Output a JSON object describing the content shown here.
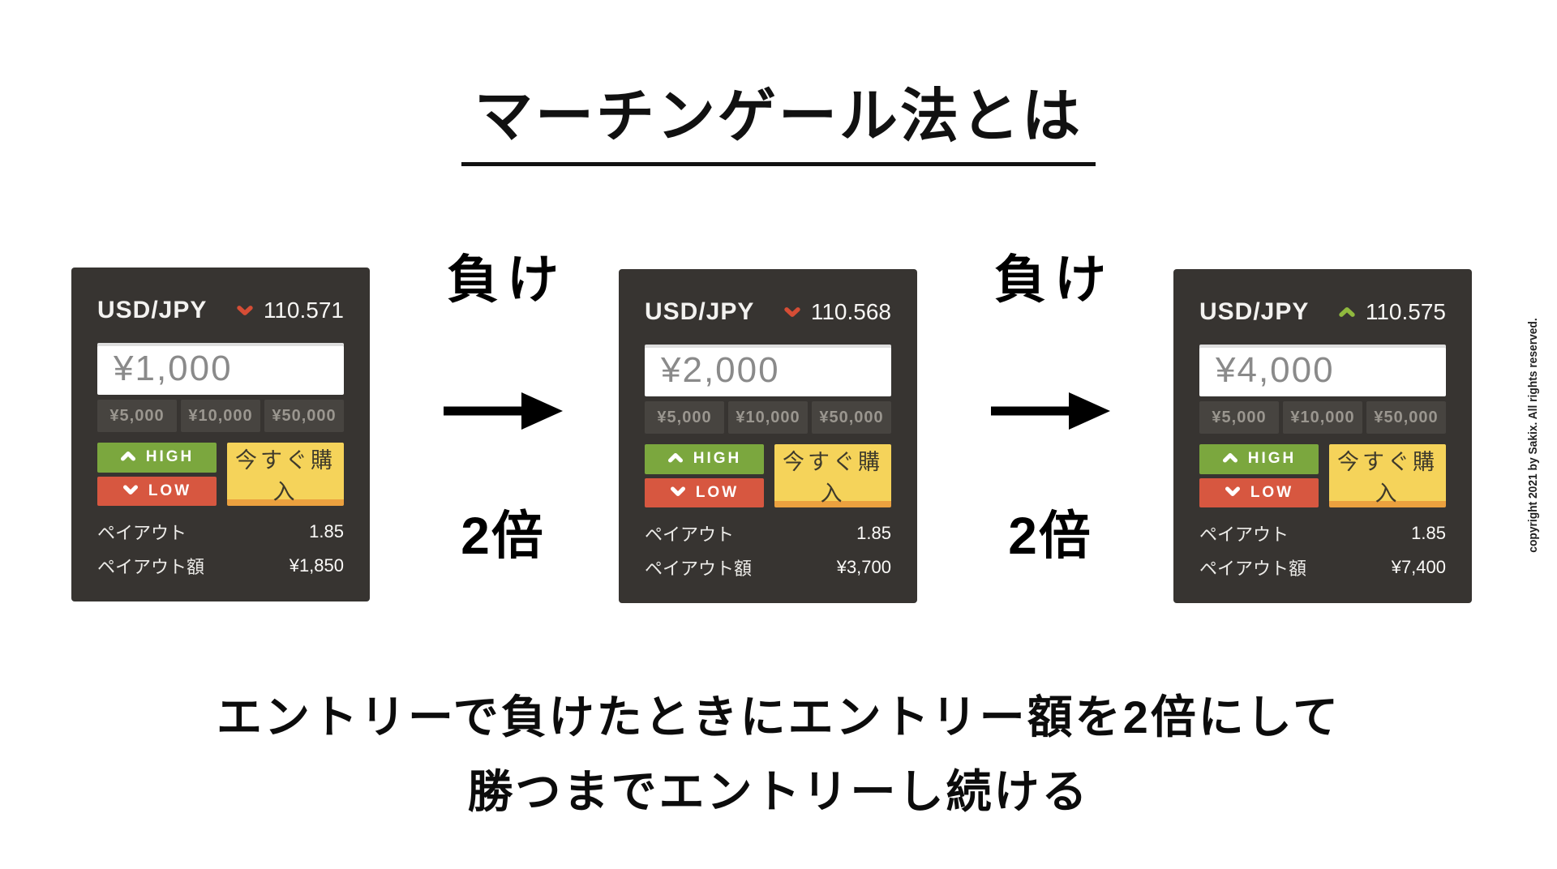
{
  "colors": {
    "panel-bg": "#373431",
    "panel-text": "#f3f2f0",
    "preset-bg": "#474440",
    "preset-text": "#9a968f",
    "input-text": "#8a8a8a",
    "high-green": "#7ba73e",
    "low-red": "#d75740",
    "buy-yellow": "#f5d35a",
    "buy-border": "#eba13f",
    "trend-red": "#d54d35",
    "trend-green": "#90b93e",
    "ink": "#111111"
  },
  "title": "マーチンゲール法とは",
  "shared": {
    "pair": "USD/JPY",
    "presets": [
      "¥5,000",
      "¥10,000",
      "¥50,000"
    ],
    "high": "HIGH",
    "low": "LOW",
    "buy": "今すぐ購入",
    "payout_label": "ペイアウト",
    "payout_rate": "1.85",
    "payout_amount_label": "ペイアウト額"
  },
  "panels": [
    {
      "price": "110.571",
      "direction": "down",
      "amount": "¥1,000",
      "payout_amount": "¥1,850"
    },
    {
      "price": "110.568",
      "direction": "down",
      "amount": "¥2,000",
      "payout_amount": "¥3,700"
    },
    {
      "price": "110.575",
      "direction": "up",
      "amount": "¥4,000",
      "payout_amount": "¥7,400"
    }
  ],
  "transitions": [
    {
      "result": "負け",
      "action": "2倍"
    },
    {
      "result": "負け",
      "action": "2倍"
    }
  ],
  "caption": {
    "line1": "エントリーで負けたときにエントリー額を2倍にして",
    "line2": "勝つまでエントリーし続ける"
  },
  "copyright": "copyright 2021 by Sakix. All rights reserved.",
  "icons": {
    "trend_up": "chevron-up",
    "trend_down": "chevron-down",
    "transition": "arrow-right"
  }
}
